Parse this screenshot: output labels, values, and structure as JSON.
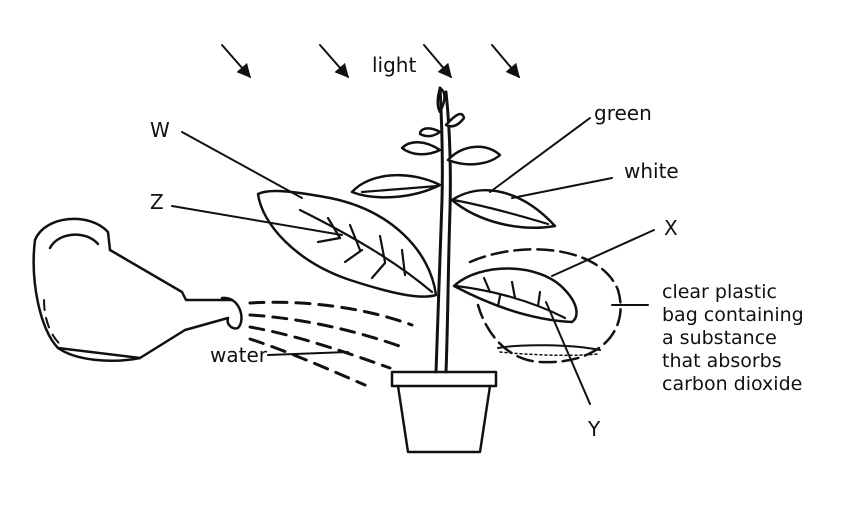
{
  "labels": {
    "light": "light",
    "w": "W",
    "z": "Z",
    "green": "green",
    "white": "white",
    "x": "X",
    "y": "Y",
    "water": "water"
  },
  "bag_note": [
    "clear plastic",
    "bag containing",
    "a substance",
    "that absorbs",
    "carbon dioxide"
  ],
  "icons": {
    "light_arrows": "arrow-down-right-icon",
    "can": "watering-can-icon",
    "pot": "plant-pot-icon"
  }
}
